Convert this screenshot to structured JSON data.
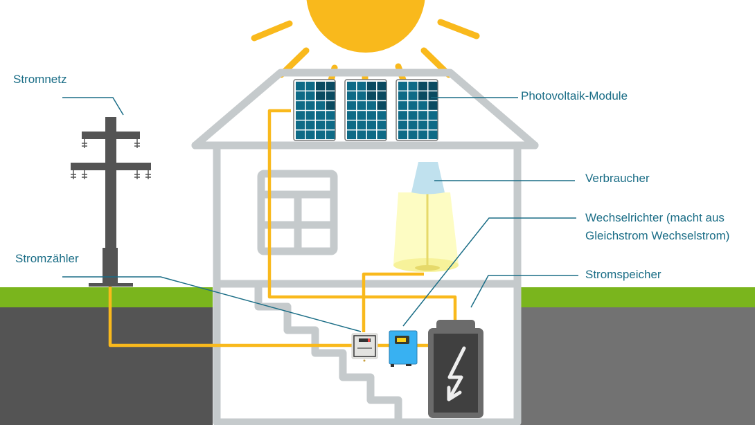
{
  "labels": {
    "grid": "Stromnetz",
    "meter": "Stromzähler",
    "pv_modules": "Photovoltaik-Module",
    "consumer": "Verbraucher",
    "inverter_line1": "Wechselrichter (macht aus",
    "inverter_line2": "Gleichstrom Wechselstrom)",
    "storage": "Stromspeicher"
  },
  "colors": {
    "label_text": "#1a6d86",
    "leader_line": "#1a6d86",
    "sun": "#f9b91c",
    "cable": "#f9b91c",
    "house_outline": "#c5cacc",
    "grass": "#7ab51d",
    "soil_left": "#545454",
    "soil_right": "#727272",
    "pole": "#545454",
    "panel": "#0e6a86",
    "lamp_shade": "#c0e1ee",
    "lamp_light": "#fdfcc3",
    "inverter": "#38b1f2",
    "battery_outer": "#6b6b6b",
    "battery_inner": "#404040"
  },
  "icons": [
    "sun-icon",
    "power-pole-icon",
    "solar-panel-icon",
    "floor-lamp-icon",
    "electricity-meter-icon",
    "inverter-icon",
    "battery-icon",
    "lightning-icon"
  ]
}
